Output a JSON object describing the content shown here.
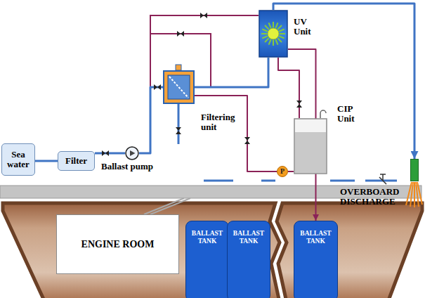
{
  "diagram": {
    "nodes": [
      {
        "text": [
          "Sea water"
        ]
      },
      {
        "text": [
          "Filter"
        ]
      },
      {
        "text": [
          "Ballast pump"
        ]
      },
      {
        "text": [
          "Filtering unit"
        ]
      },
      {
        "text": [
          "UV Unit"
        ]
      },
      {
        "text": [
          "CIP Unit"
        ]
      },
      {
        "text": [
          "P"
        ]
      },
      {
        "text": [
          "OVERBOARD DISCHARGE"
        ]
      },
      {
        "text": [
          "ENGINE ROOM"
        ]
      },
      {
        "text": [
          "BALLAST TANK"
        ]
      },
      {
        "text": [
          "BALLAST TANK"
        ]
      },
      {
        "text": [
          "BALLAST TANK"
        ]
      }
    ],
    "edges": [
      {
        "from": 0,
        "to": 1,
        "arrow": "none"
      },
      {
        "from": 1,
        "to": 2,
        "arrow": "none"
      },
      {
        "from": 2,
        "to": 3,
        "arrow": "none"
      },
      {
        "from": 3,
        "to": 4,
        "arrow": "none"
      },
      {
        "from": 4,
        "to": 7,
        "arrow": "to"
      },
      {
        "from": 4,
        "to": 11,
        "arrow": "to"
      },
      {
        "from": 5,
        "to": 4,
        "arrow": "none"
      },
      {
        "from": 5,
        "to": 6,
        "arrow": "none"
      },
      {
        "from": 6,
        "to": 3,
        "arrow": "none"
      }
    ]
  }
}
